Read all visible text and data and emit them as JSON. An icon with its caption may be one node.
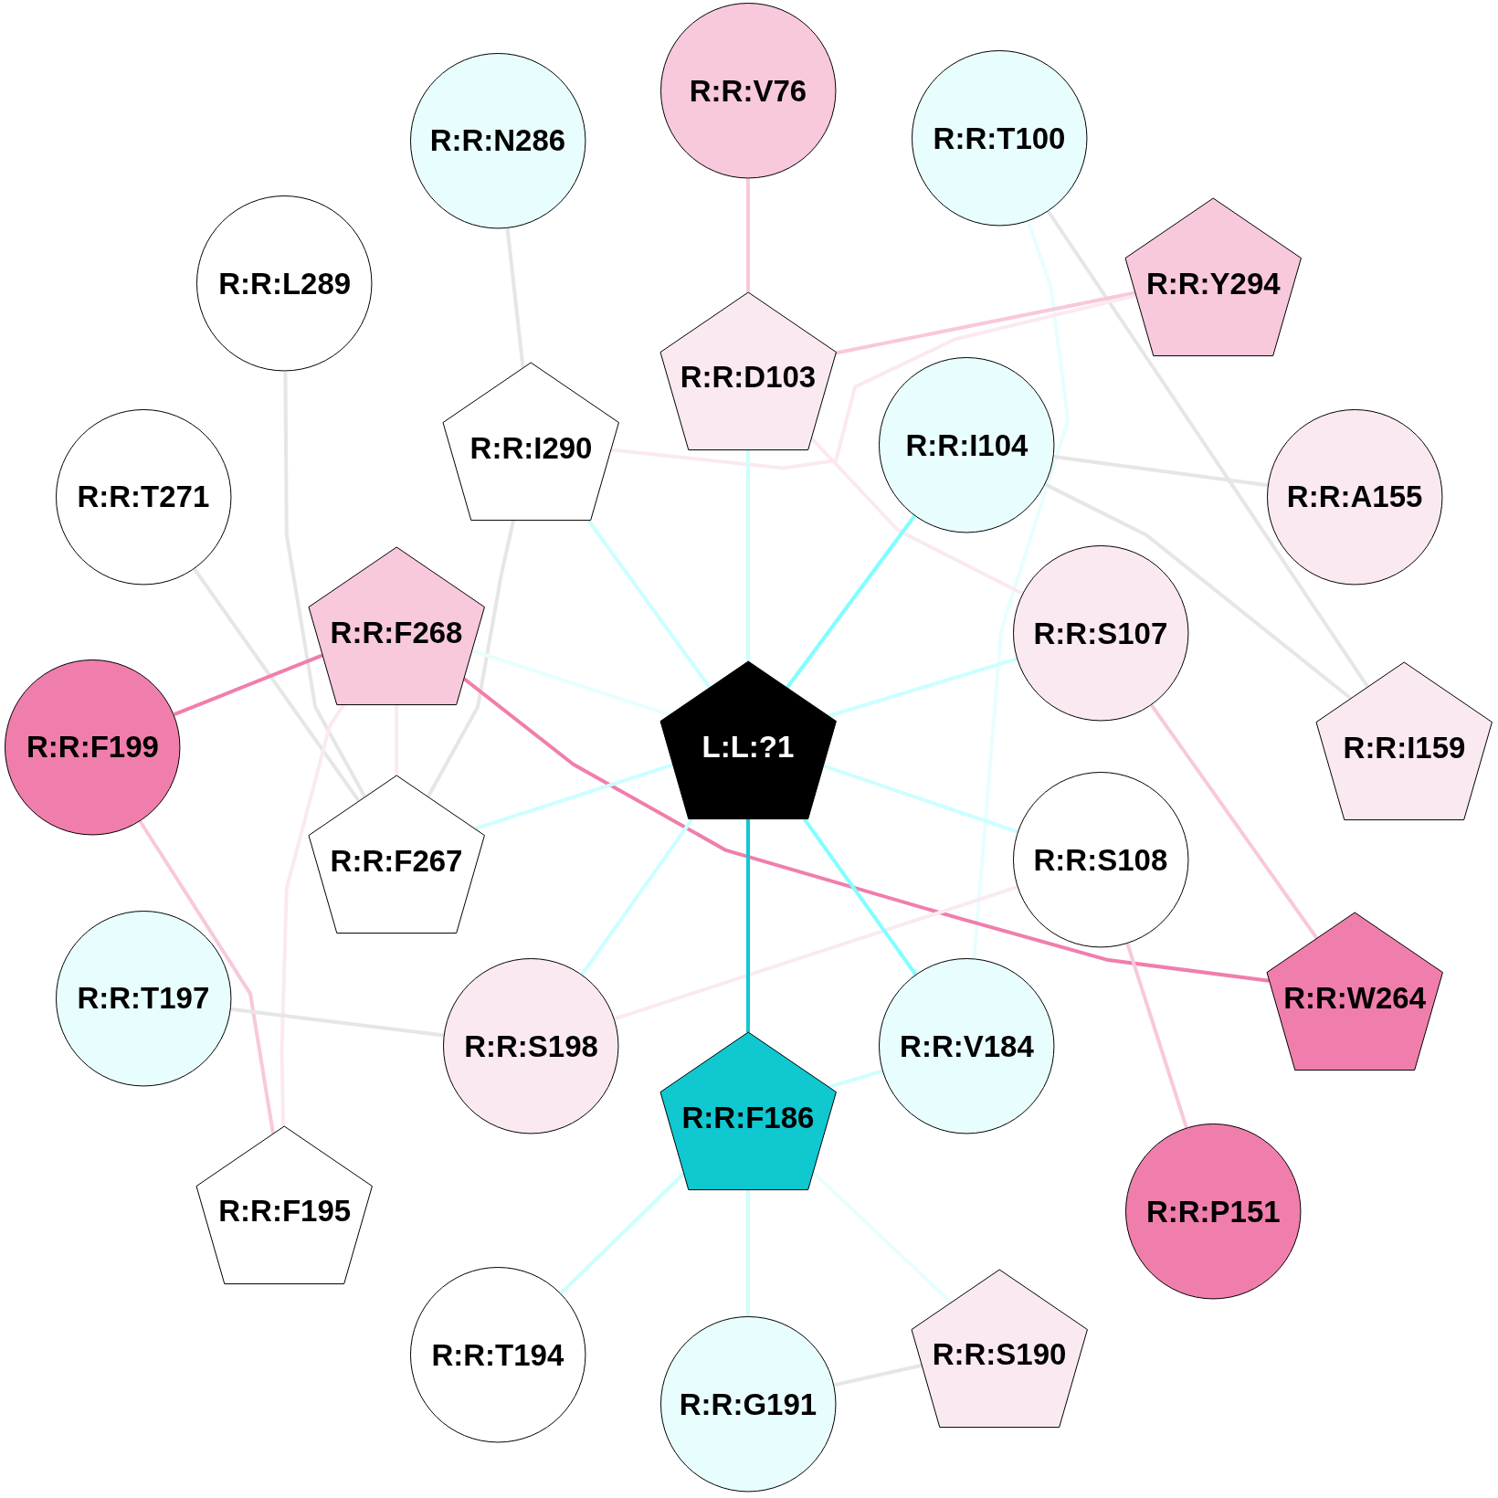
{
  "diagram": {
    "nodes": [
      {
        "text": [
          "L:L:?1"
        ]
      },
      {
        "text": [
          "R:R:V76"
        ]
      },
      {
        "text": [
          "R:R:N286"
        ]
      },
      {
        "text": [
          "R:R:T100"
        ]
      },
      {
        "text": [
          "R:R:L289"
        ]
      },
      {
        "text": [
          "R:R:Y294"
        ]
      },
      {
        "text": [
          "R:R:D103"
        ]
      },
      {
        "text": [
          "R:R:I290"
        ]
      },
      {
        "text": [
          "R:R:I104"
        ]
      },
      {
        "text": [
          "R:R:T271"
        ]
      },
      {
        "text": [
          "R:R:A155"
        ]
      },
      {
        "text": [
          "R:R:F268"
        ]
      },
      {
        "text": [
          "R:R:S107"
        ]
      },
      {
        "text": [
          "R:R:F199"
        ]
      },
      {
        "text": [
          "R:R:I159"
        ]
      },
      {
        "text": [
          "R:R:F267"
        ]
      },
      {
        "text": [
          "R:R:S108"
        ]
      },
      {
        "text": [
          "R:R:T197"
        ]
      },
      {
        "text": [
          "R:R:W264"
        ]
      },
      {
        "text": [
          "R:R:S198"
        ]
      },
      {
        "text": [
          "R:R:V184"
        ]
      },
      {
        "text": [
          "R:R:F186"
        ]
      },
      {
        "text": [
          "R:R:F195"
        ]
      },
      {
        "text": [
          "R:R:P151"
        ]
      },
      {
        "text": [
          "R:R:T194"
        ]
      },
      {
        "text": [
          "R:R:G191"
        ]
      },
      {
        "text": [
          "R:R:S190"
        ]
      }
    ],
    "edges": [
      {
        "from": 1,
        "to": 6,
        "arrow": "none",
        "color": "#f8c8dc"
      },
      {
        "from": 2,
        "to": 7,
        "arrow": "none",
        "color": "#e6e6e6"
      },
      {
        "from": 3,
        "to": 14,
        "arrow": "none",
        "color": "#e6e6e6"
      },
      {
        "from": 3,
        "to": 20,
        "arrow": "none",
        "color": "#e8fefe"
      },
      {
        "from": 4,
        "to": 15,
        "arrow": "none",
        "color": "#e6e6e6"
      },
      {
        "from": 5,
        "to": 6,
        "arrow": "none",
        "color": "#f8c8dc"
      },
      {
        "from": 5,
        "to": 7,
        "arrow": "none",
        "color": "#fbe9f2"
      },
      {
        "from": 6,
        "to": 0,
        "arrow": "none",
        "color": "#ccffff"
      },
      {
        "from": 6,
        "to": 12,
        "arrow": "none",
        "color": "#fbe9f2"
      },
      {
        "from": 7,
        "to": 0,
        "arrow": "none",
        "color": "#ccffff"
      },
      {
        "from": 7,
        "to": 15,
        "arrow": "none",
        "color": "#e6e6e6"
      },
      {
        "from": 8,
        "to": 0,
        "arrow": "none",
        "color": "#80ffff"
      },
      {
        "from": 8,
        "to": 10,
        "arrow": "none",
        "color": "#e6e6e6"
      },
      {
        "from": 8,
        "to": 14,
        "arrow": "none",
        "color": "#e6e6e6"
      },
      {
        "from": 9,
        "to": 15,
        "arrow": "none",
        "color": "#e6e6e6"
      },
      {
        "from": 11,
        "to": 0,
        "arrow": "none",
        "color": "#e8fefe"
      },
      {
        "from": 11,
        "to": 13,
        "arrow": "none",
        "color": "#f07eac"
      },
      {
        "from": 11,
        "to": 15,
        "arrow": "none",
        "color": "#fbe9f2"
      },
      {
        "from": 11,
        "to": 18,
        "arrow": "none",
        "color": "#f07eac"
      },
      {
        "from": 11,
        "to": 22,
        "arrow": "none",
        "color": "#fbe9f2"
      },
      {
        "from": 12,
        "to": 0,
        "arrow": "none",
        "color": "#ccffff"
      },
      {
        "from": 12,
        "to": 18,
        "arrow": "none",
        "color": "#f8c8dc"
      },
      {
        "from": 13,
        "to": 22,
        "arrow": "none",
        "color": "#f8c8dc"
      },
      {
        "from": 15,
        "to": 0,
        "arrow": "none",
        "color": "#ccffff"
      },
      {
        "from": 16,
        "to": 0,
        "arrow": "none",
        "color": "#ccffff"
      },
      {
        "from": 16,
        "to": 19,
        "arrow": "none",
        "color": "#fbe9f2"
      },
      {
        "from": 16,
        "to": 23,
        "arrow": "none",
        "color": "#f8c8dc"
      },
      {
        "from": 17,
        "to": 19,
        "arrow": "none",
        "color": "#e6e6e6"
      },
      {
        "from": 19,
        "to": 0,
        "arrow": "none",
        "color": "#ccffff"
      },
      {
        "from": 20,
        "to": 0,
        "arrow": "none",
        "color": "#80ffff"
      },
      {
        "from": 20,
        "to": 21,
        "arrow": "none",
        "color": "#ccffff"
      },
      {
        "from": 21,
        "to": 0,
        "arrow": "none",
        "color": "#10c8d0"
      },
      {
        "from": 21,
        "to": 24,
        "arrow": "none",
        "color": "#ccffff"
      },
      {
        "from": 21,
        "to": 25,
        "arrow": "none",
        "color": "#ccffff"
      },
      {
        "from": 21,
        "to": 26,
        "arrow": "none",
        "color": "#e8fefe"
      },
      {
        "from": 25,
        "to": 26,
        "arrow": "none",
        "color": "#e6e6e6"
      }
    ]
  }
}
